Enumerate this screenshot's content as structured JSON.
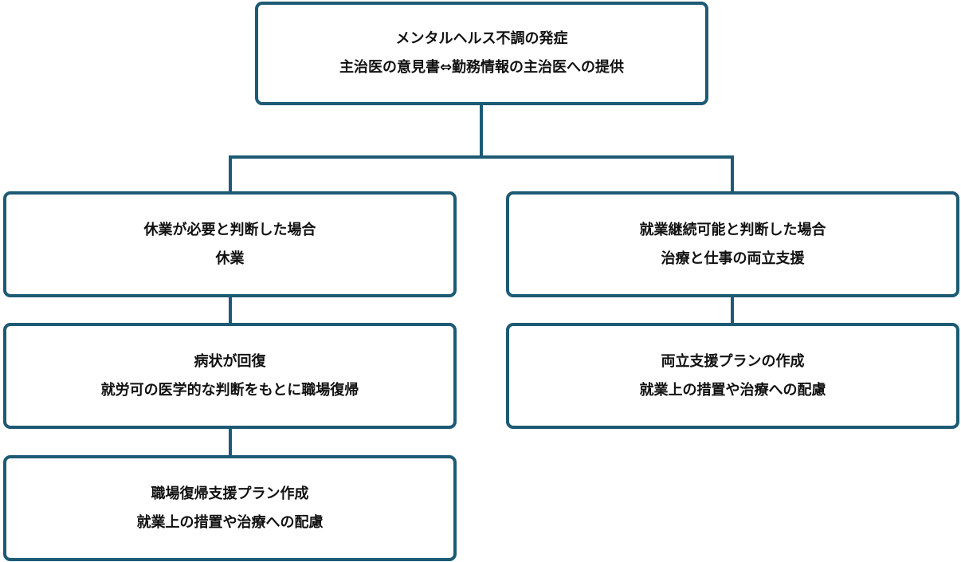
{
  "colors": {
    "border": "#1d5a74",
    "connector": "#1d5a74",
    "text": "#111111",
    "background": "#ffffff"
  },
  "nodes": {
    "top": {
      "line1": "メンタルヘルス不調の発症",
      "line2": "主治医の意見書⇔勤務情報の主治医への提供"
    },
    "leave": {
      "line1": "休業が必要と判断した場合",
      "line2": "休業"
    },
    "continue": {
      "line1": "就業継続可能と判断した場合",
      "line2": "治療と仕事の両立支援"
    },
    "recover": {
      "line1": "病状が回復",
      "line2": "就労可の医学的な判断をもとに職場復帰"
    },
    "plan_left": {
      "line1": "職場復帰支援プラン作成",
      "line2": "就業上の措置や治療への配慮"
    },
    "plan_right": {
      "line1": "両立支援プランの作成",
      "line2": "就業上の措置や治療への配慮"
    }
  }
}
